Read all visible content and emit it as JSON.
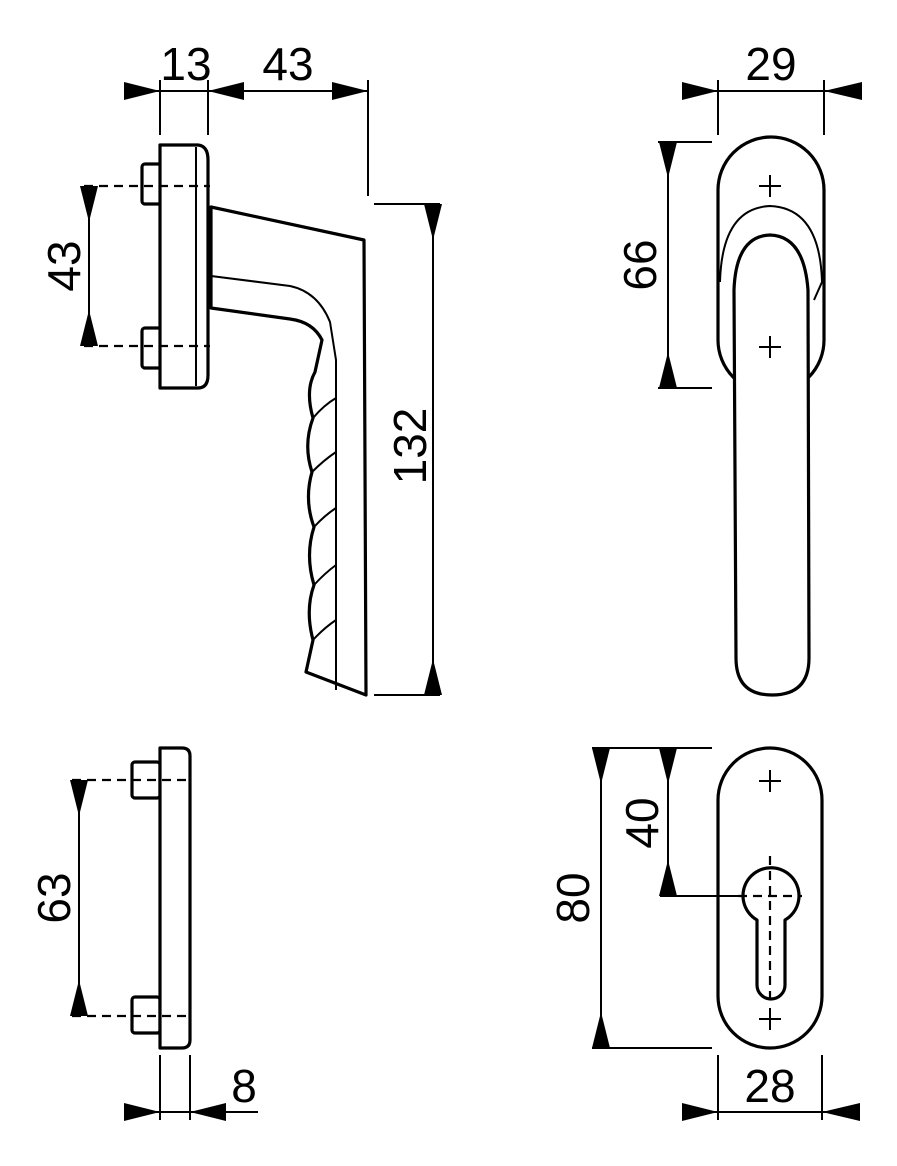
{
  "dimensions": {
    "handle_base_depth": "13",
    "handle_projection": "43",
    "rose_screw_spacing_side": "43",
    "handle_length": "132",
    "rose_width": "29",
    "rose_screw_spacing_front": "66",
    "escutcheon_screw_spacing": "63",
    "escutcheon_depth": "8",
    "escutcheon_height": "80",
    "cylinder_offset": "40",
    "escutcheon_width": "28"
  }
}
